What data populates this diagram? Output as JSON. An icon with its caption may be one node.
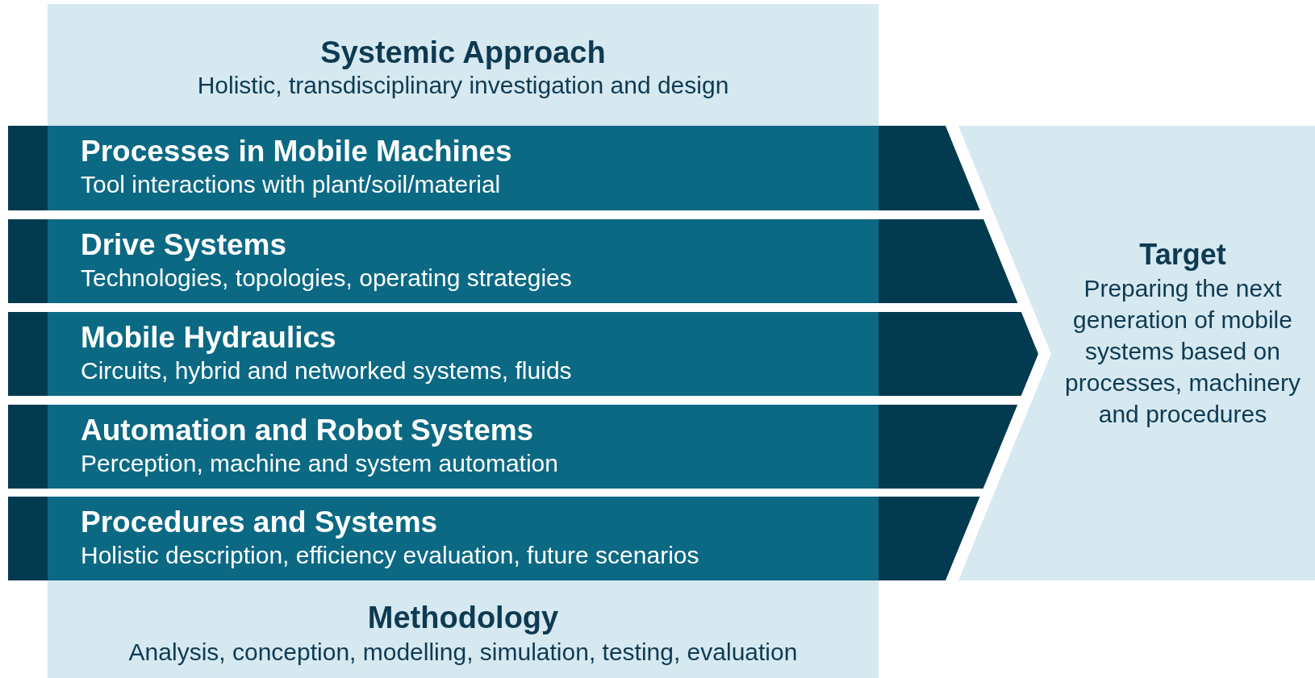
{
  "diagram": {
    "nodes": [
      {
        "text": [
          "Systemic Approach",
          "Holistic, transdisciplinary investigation and design"
        ]
      },
      {
        "text": [
          "Processes in Mobile Machines",
          "Tool interactions with plant/soil/material"
        ]
      },
      {
        "text": [
          "Drive Systems",
          "Technologies, topologies, operating strategies"
        ]
      },
      {
        "text": [
          "Mobile Hydraulics",
          "Circuits, hybrid and networked systems, fluids"
        ]
      },
      {
        "text": [
          "Automation and Robot Systems",
          "Perception, machine and system automation"
        ]
      },
      {
        "text": [
          "Procedures and Systems",
          "Holistic description, efficiency evaluation, future scenarios"
        ]
      },
      {
        "text": [
          "Target",
          "Preparing the next generation of mobile systems based on processes, machinery and procedures"
        ]
      },
      {
        "text": [
          "Methodology",
          "Analysis, conception, modelling, simulation, testing, evaluation"
        ]
      }
    ]
  }
}
